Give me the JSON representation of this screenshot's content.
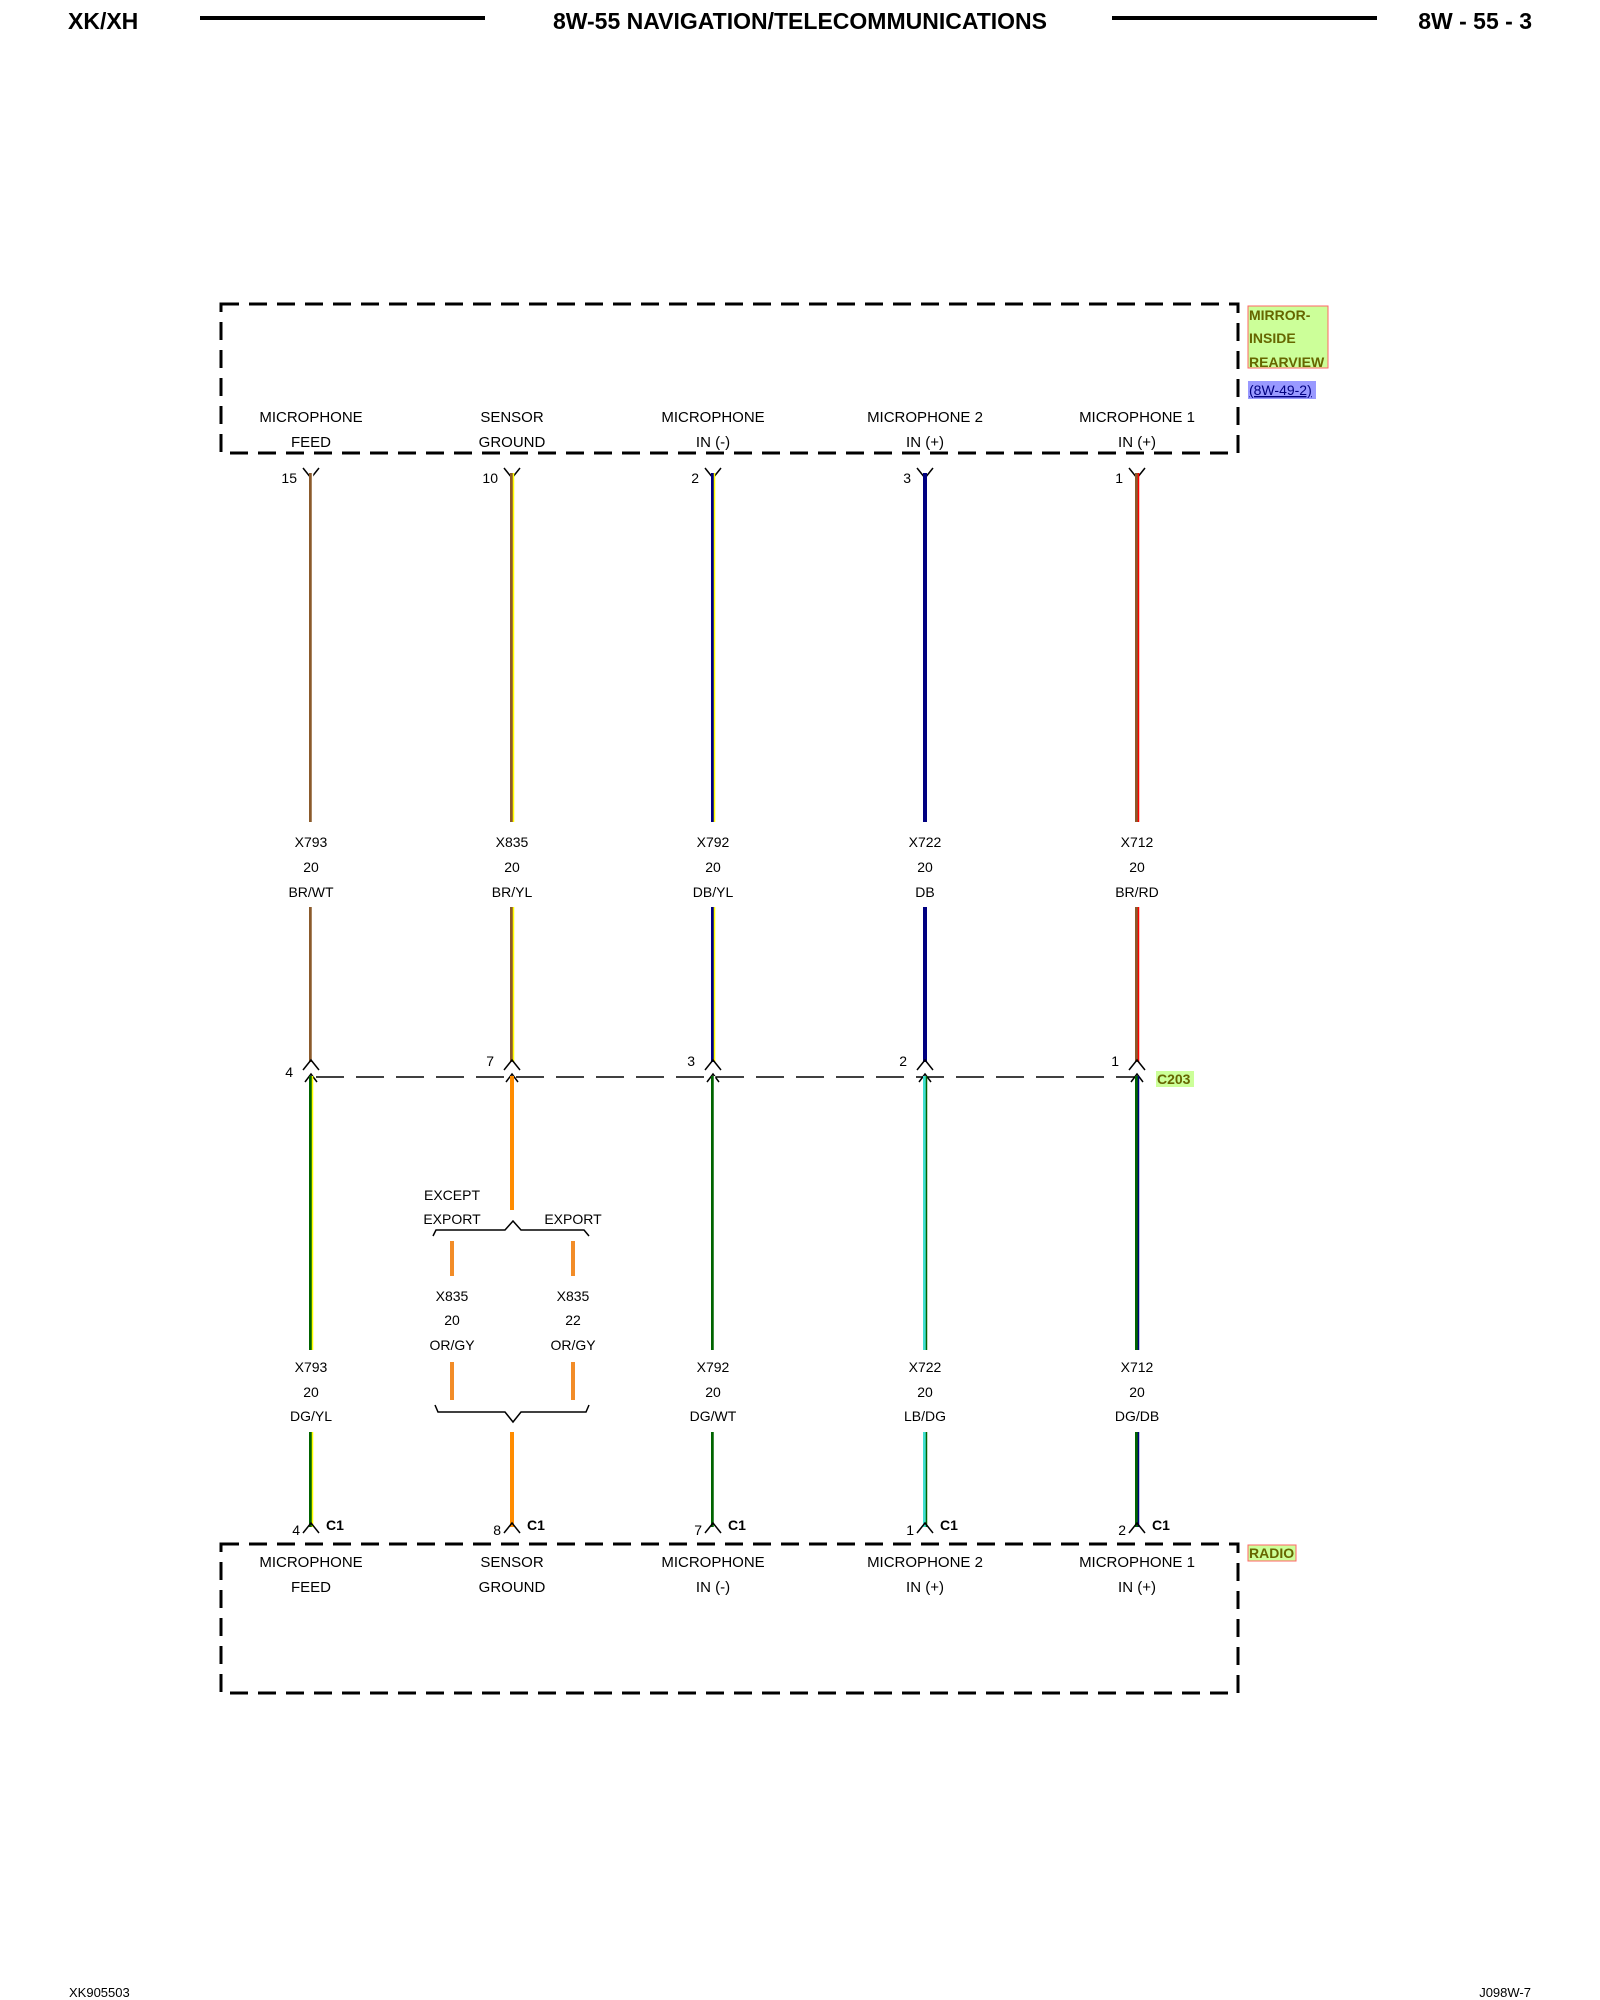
{
  "header": {
    "left": "XK/XH",
    "center": "8W-55 NAVIGATION/TELECOMMUNICATIONS",
    "right": "8W - 55 - 3"
  },
  "footer": {
    "left": "XK905503",
    "right": "J098W-7"
  },
  "top_component": {
    "name_lines": [
      "MIRROR-",
      "INSIDE",
      "REARVIEW"
    ],
    "reference": "(8W-49-2)",
    "name_bg": "#ccff99",
    "ref_bg": "#9999ff",
    "name_text_color": "#666600",
    "pins": [
      {
        "line1": "MICROPHONE",
        "line2": "FEED",
        "pin": "15"
      },
      {
        "line1": "SENSOR",
        "line2": "GROUND",
        "pin": "10"
      },
      {
        "line1": "MICROPHONE",
        "line2": "IN (-)",
        "pin": "2"
      },
      {
        "line1": "MICROPHONE 2",
        "line2": "IN (+)",
        "pin": "3"
      },
      {
        "line1": "MICROPHONE 1",
        "line2": "IN (+)",
        "pin": "1"
      }
    ]
  },
  "upper_wires": [
    {
      "circuit": "X793",
      "gauge": "20",
      "color": "BR/WT",
      "base": "#8b5a2b",
      "stripe": "#ffffff"
    },
    {
      "circuit": "X835",
      "gauge": "20",
      "color": "BR/YL",
      "base": "#8b5a2b",
      "stripe": "#ffff00"
    },
    {
      "circuit": "X792",
      "gauge": "20",
      "color": "DB/YL",
      "base": "#000080",
      "stripe": "#ffff00"
    },
    {
      "circuit": "X722",
      "gauge": "20",
      "color": "DB",
      "base": "#000080",
      "stripe": ""
    },
    {
      "circuit": "X712",
      "gauge": "20",
      "color": "BR/RD",
      "base": "#8b5a2b",
      "stripe": "#ff0000"
    }
  ],
  "inline_connector": {
    "name": "C203",
    "pins": [
      "4",
      "7",
      "3",
      "2",
      "1"
    ],
    "bg": "#ccff99"
  },
  "lower_wires": [
    {
      "circuit": "X793",
      "gauge": "20",
      "color": "DG/YL",
      "base": "#006400",
      "stripe": "#ffff00"
    },
    {
      "circuit": "",
      "gauge": "",
      "color": "",
      "base": "#ff8c00",
      "stripe": ""
    },
    {
      "circuit": "X792",
      "gauge": "20",
      "color": "DG/WT",
      "base": "#006400",
      "stripe": "#ffffff"
    },
    {
      "circuit": "X722",
      "gauge": "20",
      "color": "LB/DG",
      "base": "#40e0d0",
      "stripe": "#006400"
    },
    {
      "circuit": "X712",
      "gauge": "20",
      "color": "DG/DB",
      "base": "#006400",
      "stripe": "#000080"
    }
  ],
  "split": {
    "left_option_lines": [
      "EXCEPT",
      "EXPORT"
    ],
    "right_option_lines": [
      "EXPORT"
    ],
    "left_wire": {
      "circuit": "X835",
      "gauge": "20",
      "color": "OR/GY"
    },
    "right_wire": {
      "circuit": "X835",
      "gauge": "22",
      "color": "OR/GY"
    }
  },
  "bottom_component": {
    "name": "RADIO",
    "name_bg": "#ccff99",
    "connector": "C1",
    "pins": [
      {
        "line1": "MICROPHONE",
        "line2": "FEED",
        "pin": "4"
      },
      {
        "line1": "SENSOR",
        "line2": "GROUND",
        "pin": "8"
      },
      {
        "line1": "MICROPHONE",
        "line2": "IN (-)",
        "pin": "7"
      },
      {
        "line1": "MICROPHONE 2",
        "line2": "IN (+)",
        "pin": "1"
      },
      {
        "line1": "MICROPHONE 1",
        "line2": "IN (+)",
        "pin": "2"
      }
    ]
  }
}
